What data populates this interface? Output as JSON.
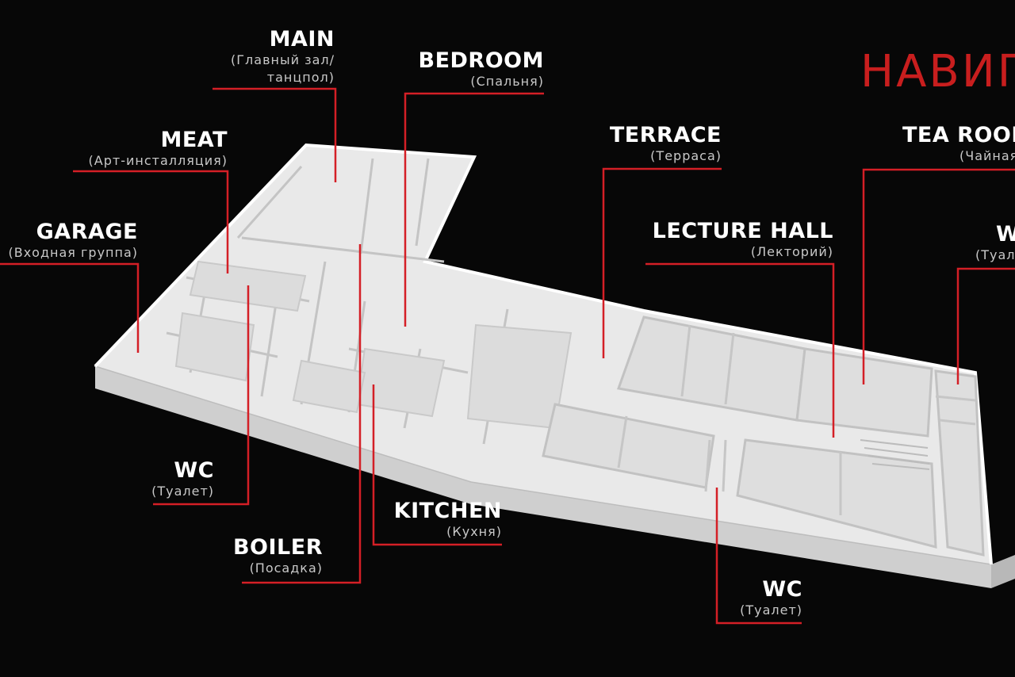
{
  "title": "НАВИГА",
  "colors": {
    "background": "#070707",
    "accent": "#d41f26",
    "model": "#ececec"
  },
  "labels": [
    {
      "id": "main",
      "title": "MAIN",
      "subtitle": "(Главный зал/",
      "subtitle2": "танцпол)"
    },
    {
      "id": "bedroom",
      "title": "BEDROOM",
      "subtitle": "(Спальня)"
    },
    {
      "id": "meat",
      "title": "MEAT",
      "subtitle": "(Арт-инсталляция)"
    },
    {
      "id": "garage",
      "title": "GARAGE",
      "subtitle": "(Входная группа)"
    },
    {
      "id": "terrace",
      "title": "TERRACE",
      "subtitle": "(Терраса)"
    },
    {
      "id": "tea-room",
      "title": "TEA ROOM",
      "subtitle": "(Чайная"
    },
    {
      "id": "lecture",
      "title": "LECTURE HALL",
      "subtitle": "(Лекторий)"
    },
    {
      "id": "wc-right",
      "title": "W",
      "subtitle": "(Туал"
    },
    {
      "id": "wc-left",
      "title": "WC",
      "subtitle": "(Туалет)"
    },
    {
      "id": "kitchen",
      "title": "KITCHEN",
      "subtitle": "(Кухня)"
    },
    {
      "id": "boiler",
      "title": "BOILER",
      "subtitle": "(Посадка)"
    },
    {
      "id": "wc-bottom",
      "title": "WC",
      "subtitle": "(Туалет)"
    }
  ]
}
